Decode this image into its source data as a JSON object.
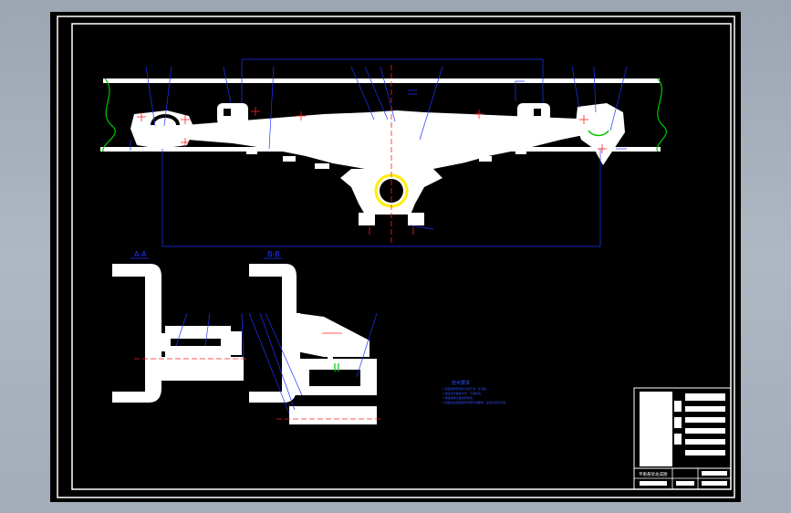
{
  "drawing": {
    "background": "#000000",
    "frame_color": "#ffffff",
    "dimension_color": "#2233ff",
    "centerline_color": "#ff2020",
    "highlight_color": "#ffee00",
    "outline_color": "#00c800"
  },
  "section_labels": {
    "left": "A-A",
    "right": "B-B"
  },
  "tech_notes": {
    "title": "技术要求",
    "lines": [
      "1.装配前所有零件清洗干净，去毛刺。",
      "2.各连接处螺栓拧紧，不得松动。",
      "3.钢板弹簧表面涂防锈漆。",
      "4.装配后检查各部件间隙符合要求，运动灵活无卡滞。"
    ]
  },
  "title_block": {
    "name": "平衡悬架总成图"
  }
}
